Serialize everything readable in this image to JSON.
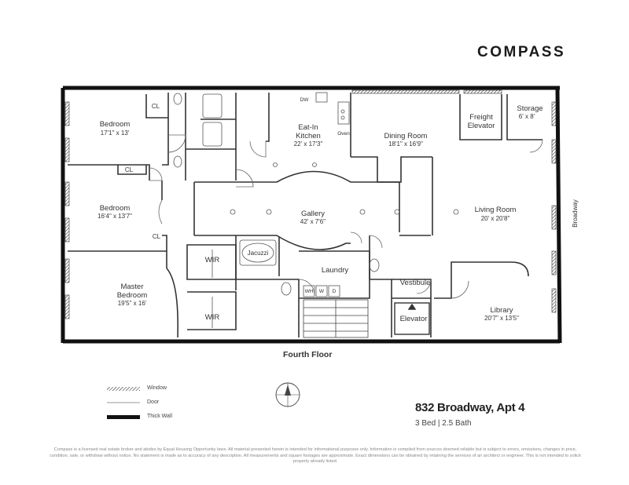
{
  "brand": "COMPASS",
  "listing": {
    "address": "832 Broadway, Apt 4",
    "summary": "3 Bed | 2.5 Bath"
  },
  "plan": {
    "floor_label": "Fourth Floor",
    "street_label": "Broadway",
    "rooms": [
      {
        "name": "Bedroom",
        "dims": "17'1\" x 13'"
      },
      {
        "name": "Bedroom",
        "dims": "16'4\" x 13'7\""
      },
      {
        "name": "Master Bedroom",
        "dims": "19'5\" x 16'"
      },
      {
        "name": "Eat-In Kitchen",
        "dims": "22' x 17'3\""
      },
      {
        "name": "Dining Room",
        "dims": "18'1\" x 16'9\""
      },
      {
        "name": "Freight Elevator",
        "dims": ""
      },
      {
        "name": "Storage",
        "dims": "6' x 8'"
      },
      {
        "name": "Gallery",
        "dims": "42' x 7'6\""
      },
      {
        "name": "Living Room",
        "dims": "20' x 20'8\""
      },
      {
        "name": "Laundry",
        "dims": ""
      },
      {
        "name": "Vestibule",
        "dims": ""
      },
      {
        "name": "Elevator",
        "dims": ""
      },
      {
        "name": "Library",
        "dims": "20'7\" x 13'5\""
      }
    ],
    "fixtures": {
      "closet": "CL",
      "walk_in_closet": "WIR",
      "jacuzzi": "Jacuzzi",
      "dishwasher": "DW",
      "oven": "Oven",
      "water_heater": "WH",
      "washer": "W",
      "dryer": "D"
    }
  },
  "legend": {
    "window": "Window",
    "door": "Door",
    "thick_wall": "Thick Wall"
  },
  "disclaimer": "Compass is a licensed real estate broker and abides by Equal Housing Opportunity laws. All material presented herein is intended for informational purposes only. Information is compiled from sources deemed reliable but is subject to errors, omissions, changes in price, condition, sale, or withdraw without notice. No statement is made as to accuracy of any description. All measurements and square footages are approximate. Exact dimensions can be obtained by retaining the services of an architect or engineer. This is not intended to solicit property already listed."
}
